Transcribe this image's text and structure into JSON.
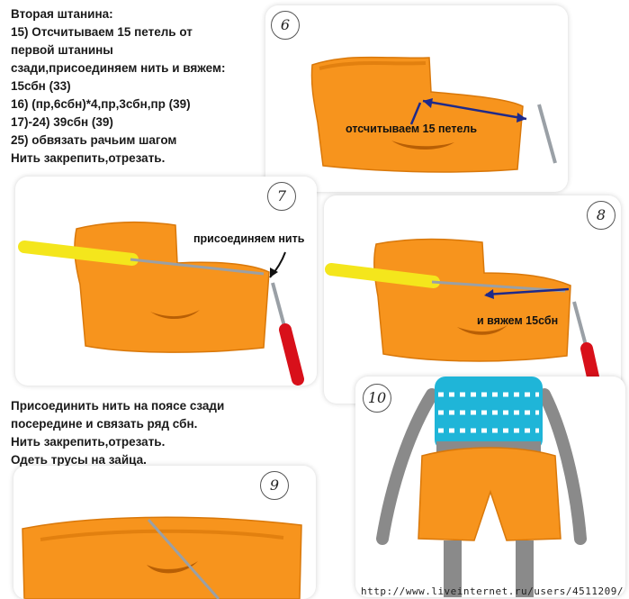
{
  "instructions_top": {
    "lines": [
      "Вторая штанина:",
      "15) Отсчитываем 15 петель от",
      "первой штанины",
      "сзади,присоединяем нить и вяжем:",
      "15сбн (33)",
      "16) (пр,6сбн)*4,пр,3сбн,пр (39)",
      "17)-24) 39сбн (39)",
      "25) обвязать рачьим шагом",
      "Нить закрепить,отрезать."
    ]
  },
  "instructions_bottom": {
    "lines": [
      "Присоединить нить на поясе сзади",
      "посередине и связать ряд сбн.",
      "Нить закрепить,отрезать.",
      "Одеть трусы на зайца."
    ]
  },
  "photos": [
    {
      "step": "6",
      "annotation": "отсчитываем 15 петель"
    },
    {
      "step": "7",
      "annotation": "присоединяем нить"
    },
    {
      "step": "8",
      "annotation": "и вяжем 15сбн"
    },
    {
      "step": "9"
    },
    {
      "step": "10"
    }
  ],
  "colors": {
    "yarn_orange": "#f7941d",
    "hook_yellow": "#f4e61c",
    "hook_red": "#d8101a",
    "arrow": "#1e2a8a",
    "toy_gray": "#8a8a8a",
    "sweater_cyan": "#1fb5d8"
  },
  "watermark": "http://www.liveinternet.ru/users/4511209/"
}
